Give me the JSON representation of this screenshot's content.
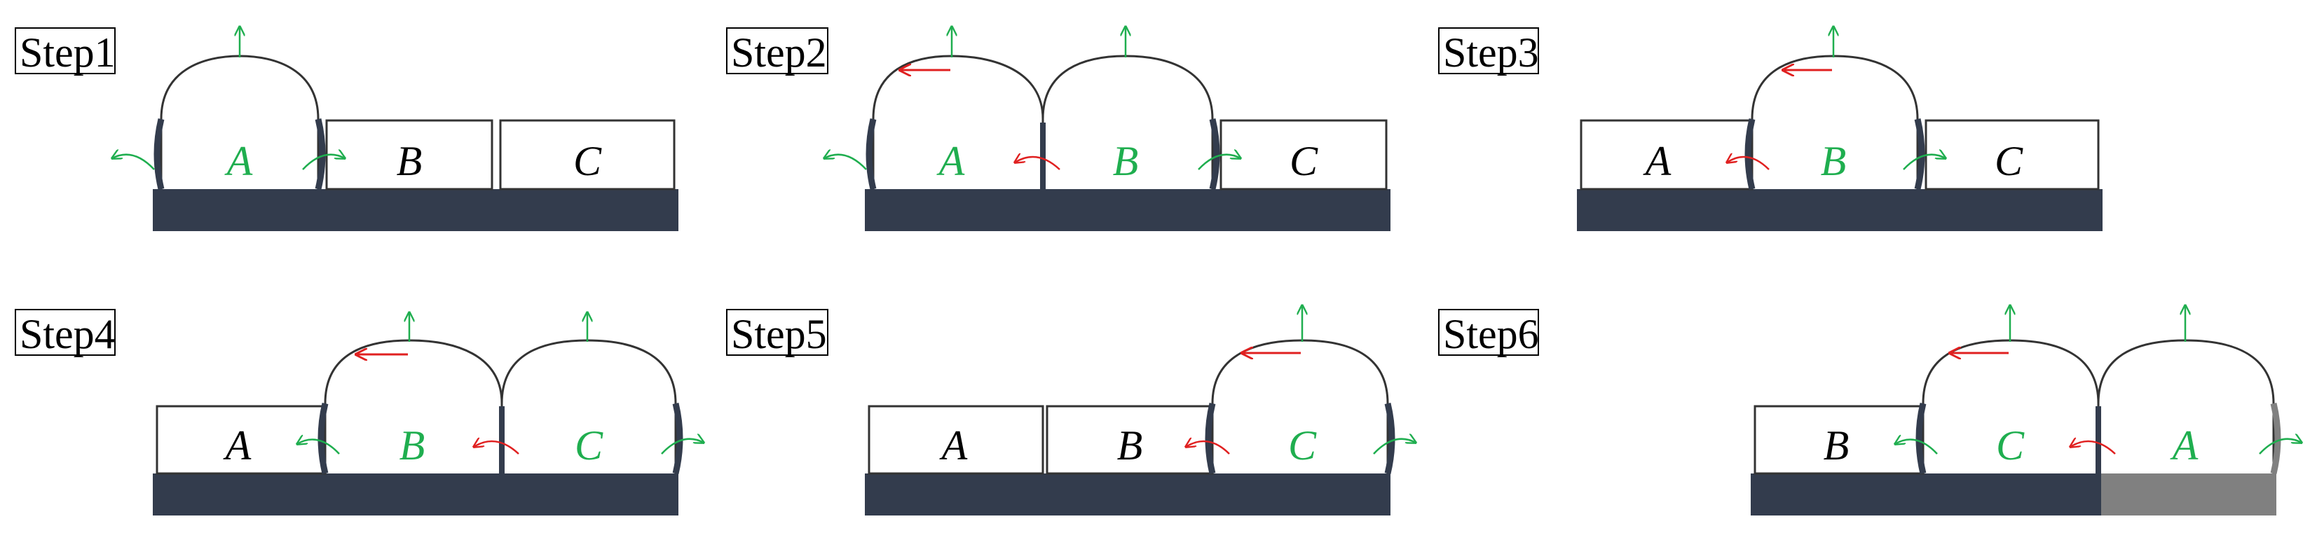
{
  "colors": {
    "base": "#333c4d",
    "inactive_label": "#000000",
    "active_label": "#1fae4f",
    "green_arrow": "#1fae4f",
    "red_arrow": "#e02020",
    "dome_stroke": "#333333",
    "grey_base": "#808080"
  },
  "steps": [
    {
      "label": "Step1",
      "cells": [
        {
          "label": "A",
          "active": true
        },
        {
          "label": "B",
          "active": false
        },
        {
          "label": "C",
          "active": false
        }
      ]
    },
    {
      "label": "Step2",
      "cells": [
        {
          "label": "A",
          "active": true
        },
        {
          "label": "B",
          "active": true
        },
        {
          "label": "C",
          "active": false
        }
      ]
    },
    {
      "label": "Step3",
      "cells": [
        {
          "label": "A",
          "active": false
        },
        {
          "label": "B",
          "active": true
        },
        {
          "label": "C",
          "active": false
        }
      ]
    },
    {
      "label": "Step4",
      "cells": [
        {
          "label": "A",
          "active": false
        },
        {
          "label": "B",
          "active": true
        },
        {
          "label": "C",
          "active": true
        }
      ]
    },
    {
      "label": "Step5",
      "cells": [
        {
          "label": "A",
          "active": false
        },
        {
          "label": "B",
          "active": false
        },
        {
          "label": "C",
          "active": true
        }
      ]
    },
    {
      "label": "Step6",
      "cells": [
        {
          "label": "B",
          "active": false
        },
        {
          "label": "C",
          "active": true
        },
        {
          "label": "A",
          "active": true
        }
      ]
    }
  ]
}
